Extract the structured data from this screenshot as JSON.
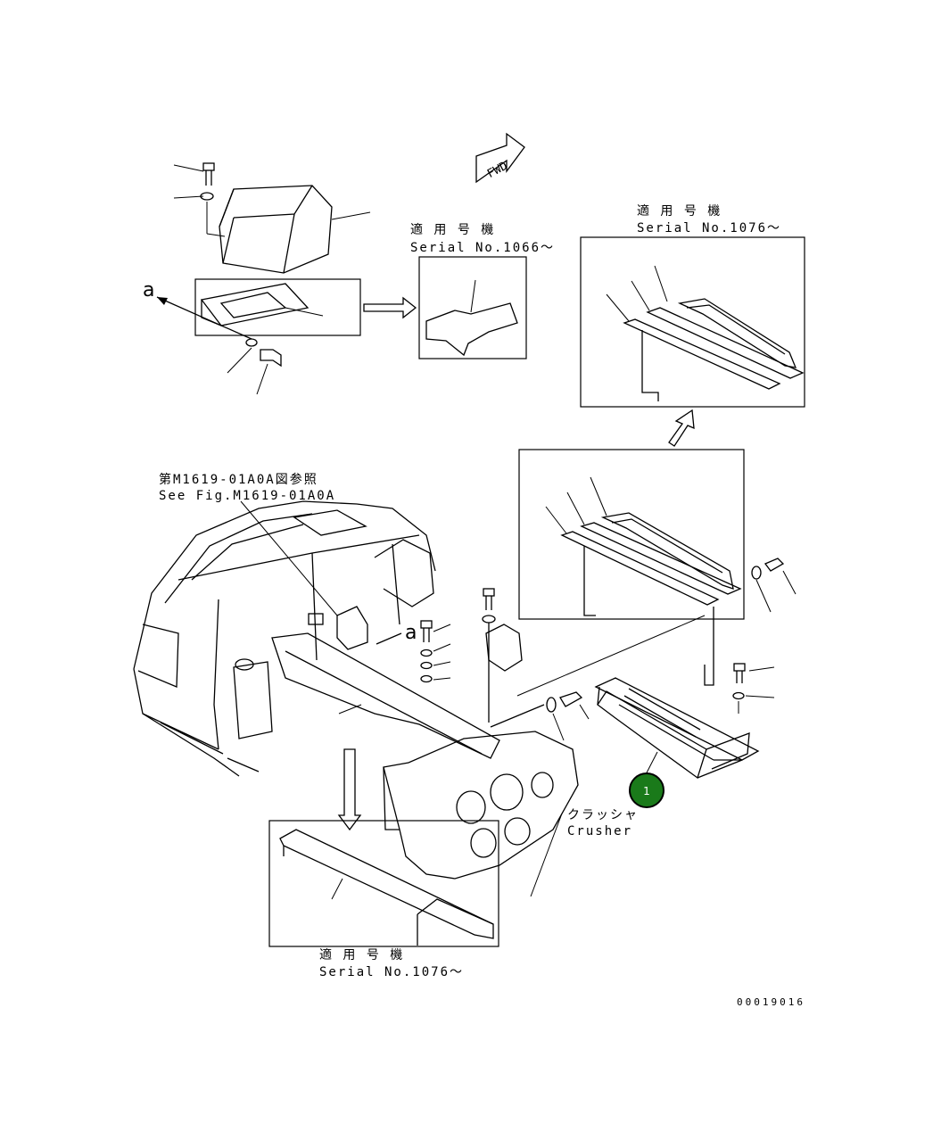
{
  "labels": {
    "serial_top_middle_jp": "適 用 号 機",
    "serial_top_middle": "Serial No.1066～",
    "serial_top_right_jp": "適 用 号 機",
    "serial_top_right": "Serial No.1076～",
    "serial_bottom_jp": "適 用 号 機",
    "serial_bottom": "Serial No.1076～",
    "see_fig_jp": "第M1619-01A0A図参照",
    "see_fig": "See Fig.M1619-01A0A",
    "crusher_jp": "クラッシャ",
    "crusher": "Crusher",
    "view_a_1": "a",
    "view_a_2": "a",
    "fwd": "FWD",
    "drawing_number": "00019016"
  },
  "callouts": [
    {
      "number": "1",
      "color": "#1a7a1a"
    }
  ]
}
